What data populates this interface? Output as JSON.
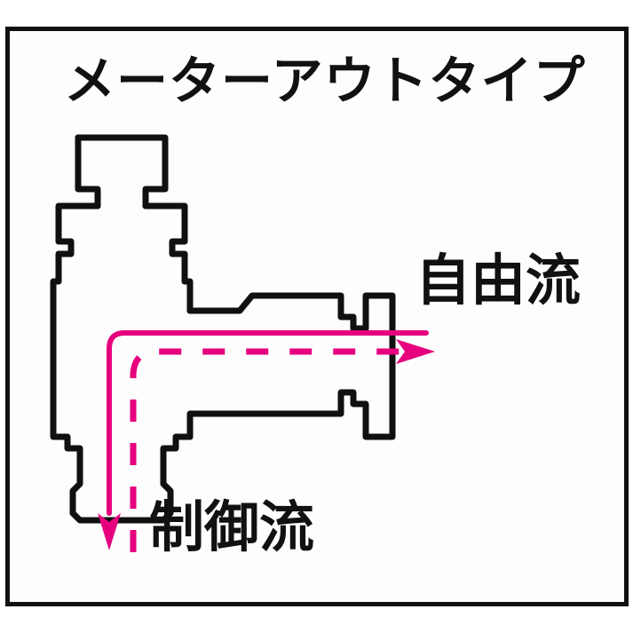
{
  "figure": {
    "title": "メーターアウトタイプ",
    "title_romaji_meaning": "Meter Out Type",
    "kind": "speed-controller-valve-cross-section",
    "background_color": "#ffffff",
    "frame_color": "#101010",
    "outline_color": "#101010",
    "flow_color": "#E6007E"
  },
  "labels": {
    "free_flow": "自由流",
    "controlled_flow": "制御流"
  },
  "flows": [
    {
      "name": "free-flow-path",
      "style": "solid",
      "color": "#E6007E",
      "direction": "in-from-right-down-and-out-bottom",
      "label": "自由流"
    },
    {
      "name": "controlled-flow-path",
      "style": "dashed",
      "color": "#E6007E",
      "direction": "up-from-bottom-and-out-right",
      "label": "制御流"
    }
  ],
  "arrows": [
    {
      "name": "right-arrow",
      "direction": "right",
      "color": "#E6007E"
    },
    {
      "name": "down-arrow",
      "direction": "down",
      "color": "#E6007E"
    }
  ]
}
